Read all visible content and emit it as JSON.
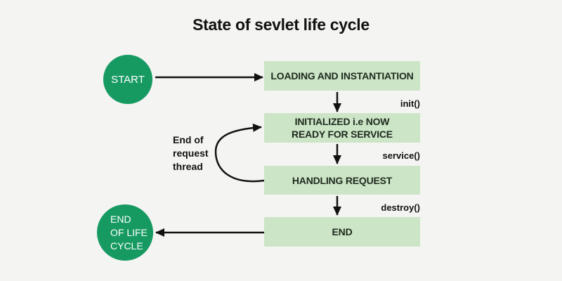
{
  "title": "State of sevlet life cycle",
  "colors": {
    "background": "#f4f4f2",
    "box_fill": "#cce5c6",
    "circle_fill": "#169a62",
    "circle_text": "#ffffff",
    "box_text": "#1e2a1e",
    "arrow": "#111111"
  },
  "nodes": {
    "start": {
      "label": "START"
    },
    "loading": {
      "label": "LOADING AND INSTANTIATION"
    },
    "initialized": {
      "lines": [
        "INITIALIZED i.e NOW",
        "READY FOR SERVICE"
      ]
    },
    "handling": {
      "label": "HANDLING REQUEST"
    },
    "end": {
      "label": "END"
    },
    "end_of_life": {
      "lines": [
        "END",
        "OF LIFE",
        "CYCLE"
      ]
    }
  },
  "edge_labels": {
    "init": "init()",
    "service": "service()",
    "destroy": "destroy()",
    "loop": {
      "lines": [
        "End of",
        "request",
        "thread"
      ]
    }
  }
}
